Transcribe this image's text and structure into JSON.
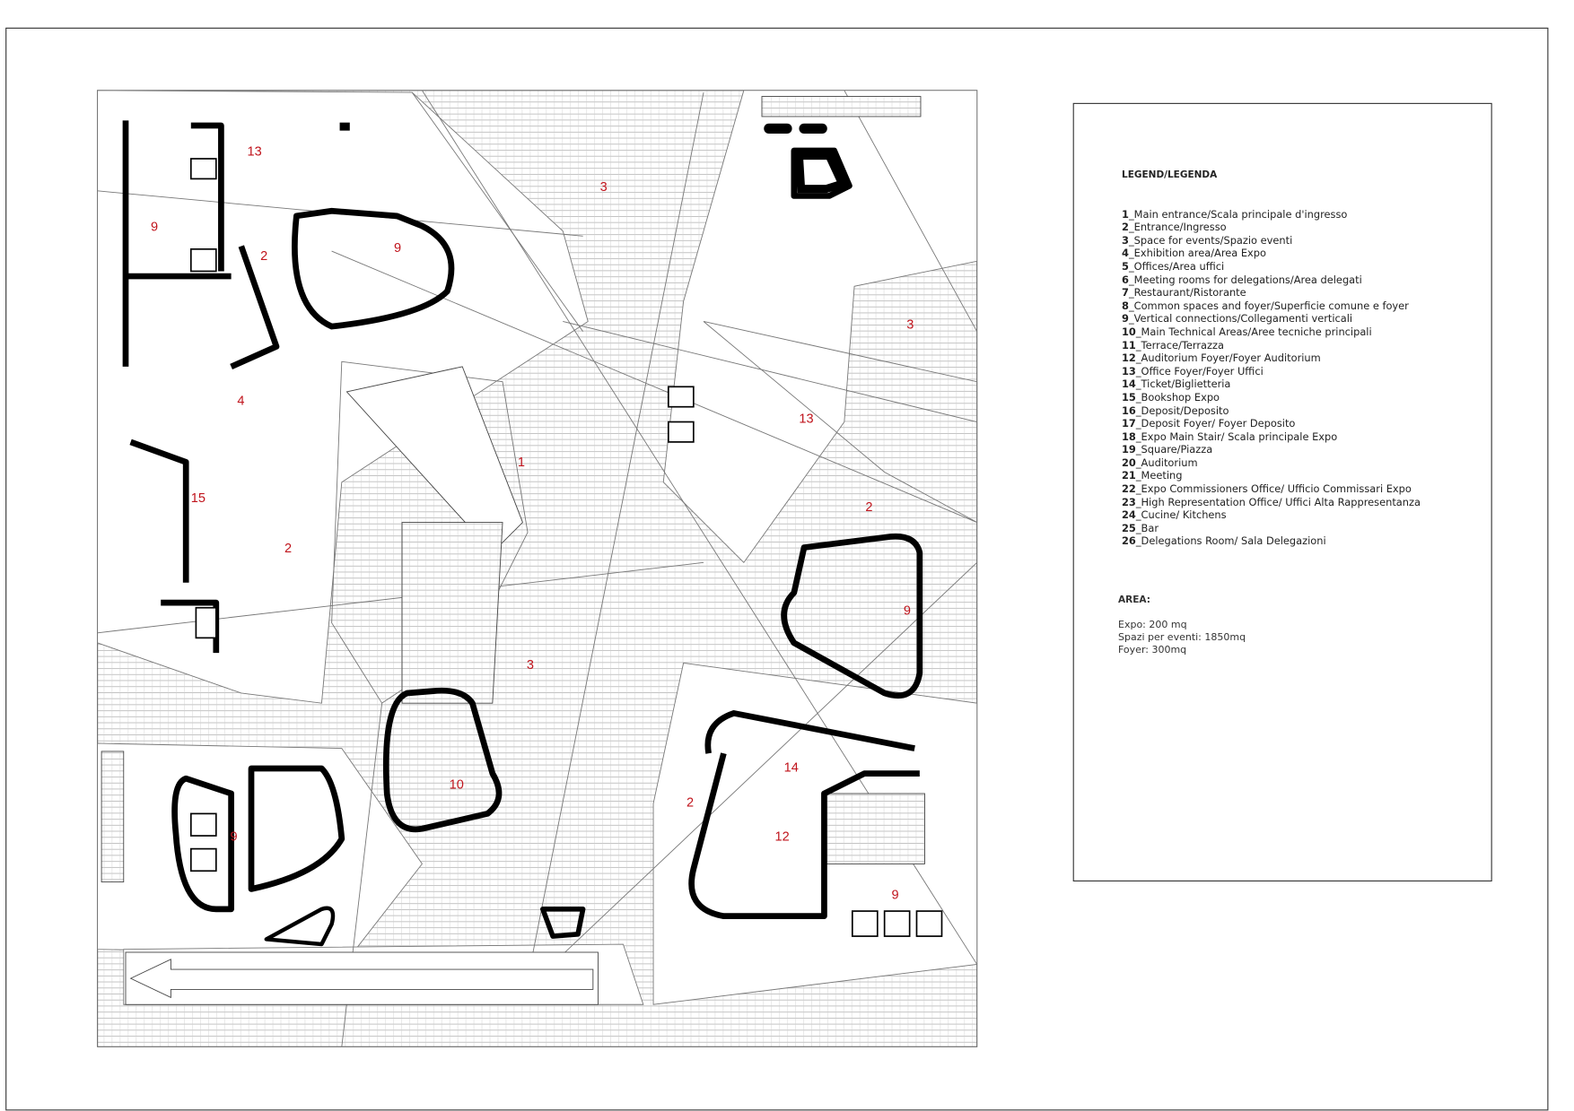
{
  "legend": {
    "title": "LEGEND/LEGENDA",
    "items": [
      {
        "num": "1",
        "text": "_Main entrance/Scala principale d'ingresso"
      },
      {
        "num": "2",
        "text": "_Entrance/Ingresso"
      },
      {
        "num": "3",
        "text": "_Space for events/Spazio eventi"
      },
      {
        "num": "4",
        "text": "_Exhibition area/Area Expo"
      },
      {
        "num": "5",
        "text": "_Offices/Area uffici"
      },
      {
        "num": "6",
        "text": "_Meeting rooms for delegations/Area delegati"
      },
      {
        "num": "7",
        "text": "_Restaurant/Ristorante"
      },
      {
        "num": "8",
        "text": "_Common spaces and foyer/Superficie comune e foyer"
      },
      {
        "num": "9",
        "text": "_Vertical connections/Collegamenti verticali"
      },
      {
        "num": "10",
        "text": "_Main Technical Areas/Aree tecniche principali"
      },
      {
        "num": "11",
        "text": "_Terrace/Terrazza"
      },
      {
        "num": "12",
        "text": "_Auditorium Foyer/Foyer Auditorium"
      },
      {
        "num": "13",
        "text": "_Office Foyer/Foyer Uffici"
      },
      {
        "num": "14",
        "text": "_Ticket/Biglietteria"
      },
      {
        "num": "15",
        "text": "_Bookshop Expo"
      },
      {
        "num": "16",
        "text": "_Deposit/Deposito"
      },
      {
        "num": "17",
        "text": "_Deposit Foyer/ Foyer Deposito"
      },
      {
        "num": "18",
        "text": "_Expo Main Stair/ Scala principale Expo"
      },
      {
        "num": "19",
        "text": "_Square/Piazza"
      },
      {
        "num": "20",
        "text": "_Auditorium"
      },
      {
        "num": "21",
        "text": "_Meeting"
      },
      {
        "num": "22",
        "text": "_Expo Commissioners Office/ Ufficio Commissari Expo"
      },
      {
        "num": "23",
        "text": "_High Representation Office/ Uffici Alta Rappresentanza"
      },
      {
        "num": "24",
        "text": "_Cucine/ Kitchens"
      },
      {
        "num": "25",
        "text": "_Bar"
      },
      {
        "num": "26",
        "text": "_Delegations Room/ Sala Delegazioni"
      }
    ]
  },
  "area": {
    "title": "AREA:",
    "lines": [
      "Expo: 200 mq",
      "Spazi per eventi: 1850mq",
      "Foyer: 300mq"
    ]
  },
  "plan_labels": [
    "13",
    "9",
    "2",
    "9",
    "3",
    "3",
    "4",
    "1",
    "13",
    "15",
    "2",
    "2",
    "9",
    "3",
    "14",
    "10",
    "2",
    "9",
    "12",
    "9"
  ],
  "colors": {
    "label": "#c0141c",
    "walls": "#000000",
    "hatch": "#9a9a9a"
  }
}
